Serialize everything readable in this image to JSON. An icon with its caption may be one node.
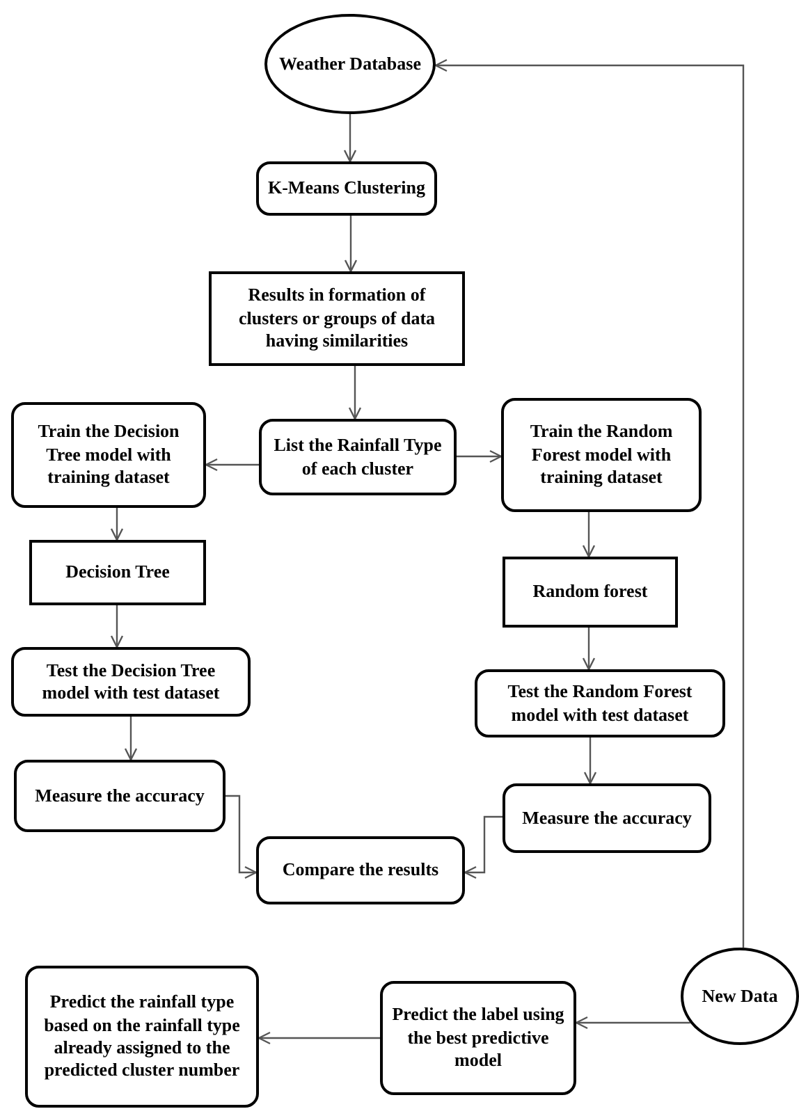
{
  "diagram": {
    "nodes": [
      {
        "text": [
          "Weather Database"
        ]
      },
      {
        "text": [
          "K-Means Clustering"
        ]
      },
      {
        "text": [
          "Results in formation of clusters or groups of data having similarities"
        ]
      },
      {
        "text": [
          "List the Rainfall Type of each cluster"
        ]
      },
      {
        "text": [
          "Train the Decision Tree model with training dataset"
        ]
      },
      {
        "text": [
          "Train the Random Forest model with training dataset"
        ]
      },
      {
        "text": [
          "Decision Tree"
        ]
      },
      {
        "text": [
          "Random forest"
        ]
      },
      {
        "text": [
          "Test the Decision Tree model with test dataset"
        ]
      },
      {
        "text": [
          "Test the Random Forest model with test dataset"
        ]
      },
      {
        "text": [
          "Measure the accuracy"
        ]
      },
      {
        "text": [
          "Measure the accuracy"
        ]
      },
      {
        "text": [
          "Compare the results"
        ]
      },
      {
        "text": [
          "New Data"
        ]
      },
      {
        "text": [
          "Predict the label using the best predictive model"
        ]
      },
      {
        "text": [
          "Predict the rainfall type based on the rainfall type already assigned to the predicted cluster number"
        ]
      }
    ],
    "edges": [
      {
        "from": 0,
        "to": 1,
        "arrow": "to"
      },
      {
        "from": 1,
        "to": 2,
        "arrow": "to"
      },
      {
        "from": 2,
        "to": 3,
        "arrow": "to"
      },
      {
        "from": 3,
        "to": 4,
        "arrow": "to"
      },
      {
        "from": 3,
        "to": 5,
        "arrow": "to"
      },
      {
        "from": 4,
        "to": 6,
        "arrow": "to"
      },
      {
        "from": 5,
        "to": 7,
        "arrow": "to"
      },
      {
        "from": 6,
        "to": 8,
        "arrow": "to"
      },
      {
        "from": 7,
        "to": 9,
        "arrow": "to"
      },
      {
        "from": 8,
        "to": 10,
        "arrow": "to"
      },
      {
        "from": 9,
        "to": 11,
        "arrow": "to"
      },
      {
        "from": 10,
        "to": 12,
        "arrow": "to"
      },
      {
        "from": 11,
        "to": 12,
        "arrow": "to"
      },
      {
        "from": 13,
        "to": 14,
        "arrow": "to"
      },
      {
        "from": 14,
        "to": 15,
        "arrow": "to"
      },
      {
        "from": 13,
        "to": 0,
        "arrow": "to"
      }
    ]
  }
}
